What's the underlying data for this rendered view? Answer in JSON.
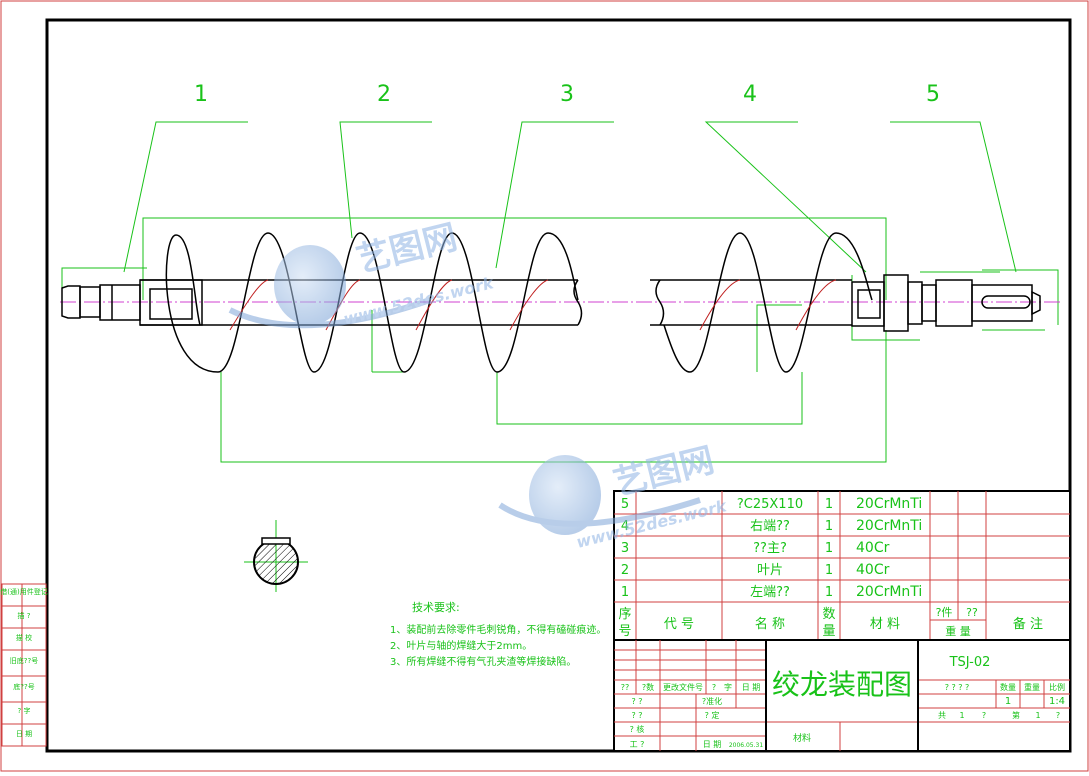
{
  "balloons": [
    "1",
    "2",
    "3",
    "4",
    "5"
  ],
  "watermark": {
    "cn": "艺图网",
    "url": "www.52des.work"
  },
  "tech_notes": {
    "title": "技术要求:",
    "items": [
      "1、装配前去除零件毛刺锐角，不得有磕碰痕迹。",
      "2、叶片与轴的焊缝大于2mm。",
      "3、所有焊缝不得有气孔夹渣等焊接缺陷。"
    ]
  },
  "left_strip": [
    "借(通)用件登记",
    "描 ?",
    "描 校",
    "旧底??号",
    "底??号",
    "? 字",
    "日 期"
  ],
  "bom": {
    "rows": [
      {
        "no": "5",
        "code": "",
        "name": "?C25X110",
        "qty": "1",
        "material": "20CrMnTi"
      },
      {
        "no": "4",
        "code": "",
        "name": "右端??",
        "qty": "1",
        "material": "20CrMnTi"
      },
      {
        "no": "3",
        "code": "",
        "name": "??主?",
        "qty": "1",
        "material": "40Cr"
      },
      {
        "no": "2",
        "code": "",
        "name": "叶片",
        "qty": "1",
        "material": "40Cr"
      },
      {
        "no": "1",
        "code": "",
        "name": "左端??",
        "qty": "1",
        "material": "20CrMnTi"
      }
    ],
    "header": {
      "no": [
        "序",
        "号"
      ],
      "code": "代   号",
      "name": "名   称",
      "qty": [
        "数",
        "量"
      ],
      "material": "材   料",
      "unit_weight": "?件",
      "total_weight": "??",
      "weight": "重   量",
      "remark": "备   注"
    }
  },
  "title_block": {
    "title": "绞龙装配图",
    "drawing_no": "TSJ-02",
    "material_label": "材料",
    "rev_header": [
      "??",
      "?数",
      "更改文件号",
      "?",
      "字",
      "日 期"
    ],
    "roles": [
      "? ?",
      "? ?",
      "? 核",
      "工 ?"
    ],
    "approvals": [
      "?准化",
      "? 定"
    ],
    "date_label": "日 期",
    "date": "2006.05.31",
    "stage_label": "? ? ? ?",
    "qty_label": "数量",
    "weight_label": "重量",
    "scale_label": "比例",
    "qty": "1",
    "scale": "1:4",
    "total_label": "共",
    "total_sheets": "1",
    "total_unit": "?",
    "sheet_label": "第",
    "sheet_no": "1",
    "sheet_unit": "?"
  }
}
